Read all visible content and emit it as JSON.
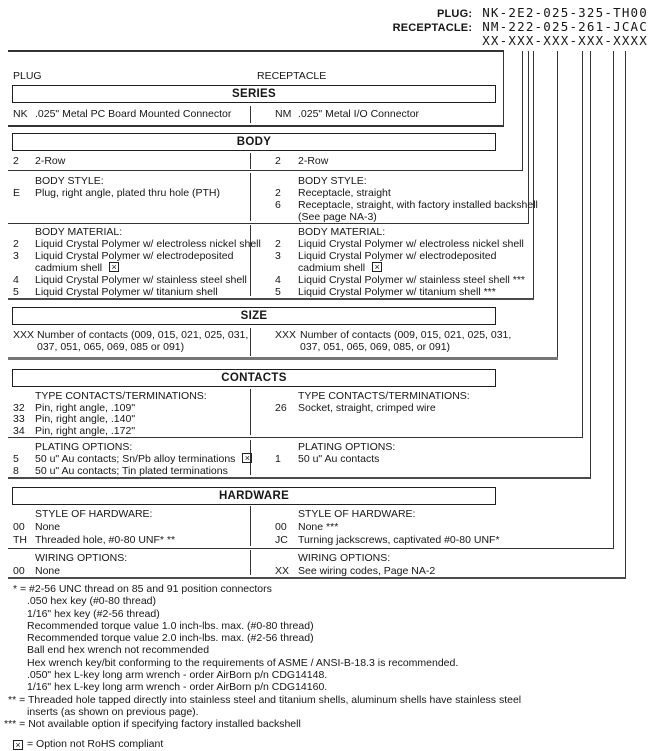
{
  "header": {
    "plug_label": "PLUG:",
    "plug_number": "NK-2E2-025-325-TH00",
    "receptacle_label": "RECEPTACLE:",
    "receptacle_number": "NM-222-025-261-JCAC",
    "mask": "XX-XXX-XXX-XXX-XXXX"
  },
  "column_labels": {
    "left": "PLUG",
    "right": "RECEPTACLE"
  },
  "icons": {
    "not_rohs_box": "×"
  },
  "series": {
    "title": "SERIES",
    "left": {
      "code": "NK",
      "desc": ".025\" Metal PC Board Mounted Connector"
    },
    "right": {
      "code": "NM",
      "desc": ".025\" Metal I/O Connector"
    }
  },
  "body": {
    "title": "BODY",
    "row": {
      "left": {
        "code": "2",
        "desc": "2-Row"
      },
      "right": {
        "code": "2",
        "desc": "2-Row"
      }
    },
    "style": {
      "header": "BODY STYLE:",
      "left": [
        {
          "code": "E",
          "desc": "Plug, right angle, plated thru hole (PTH)"
        }
      ],
      "right": [
        {
          "code": "2",
          "desc": "Receptacle, straight"
        },
        {
          "code": "6",
          "desc": "Receptacle, straight, with factory installed backshell"
        },
        {
          "code": "",
          "desc": "(See page NA-3)"
        }
      ]
    },
    "material": {
      "header": "BODY MATERIAL:",
      "left": [
        {
          "code": "2",
          "desc": "Liquid Crystal Polymer w/ electroless nickel shell"
        },
        {
          "code": "3",
          "desc": "Liquid Crystal Polymer w/ electrodeposited"
        },
        {
          "code": "",
          "desc": "cadmium shell"
        },
        {
          "code": "4",
          "desc": "Liquid Crystal Polymer w/ stainless steel shell"
        },
        {
          "code": "5",
          "desc": "Liquid Crystal Polymer w/ titanium shell"
        }
      ],
      "right": [
        {
          "code": "2",
          "desc": "Liquid Crystal Polymer w/ electroless nickel shell"
        },
        {
          "code": "3",
          "desc": "Liquid Crystal Polymer w/ electrodeposited"
        },
        {
          "code": "",
          "desc": "cadmium shell"
        },
        {
          "code": "4",
          "desc": "Liquid Crystal Polymer w/ stainless steel shell ***"
        },
        {
          "code": "5",
          "desc": "Liquid Crystal Polymer w/ titanium shell ***"
        }
      ]
    }
  },
  "size": {
    "title": "SIZE",
    "left": {
      "code": "XXX",
      "line1": "Number of contacts (009, 015, 021, 025, 031,",
      "line2": "037, 051, 065, 069, 085 or 091)"
    },
    "right": {
      "code": "XXX",
      "line1": "Number of contacts (009, 015, 021, 025, 031,",
      "line2": "037, 051, 065, 069, 085, or 091)"
    }
  },
  "contacts": {
    "title": "CONTACTS",
    "type": {
      "header": "TYPE CONTACTS/TERMINATIONS:",
      "left": [
        {
          "code": "32",
          "desc": "Pin, right angle, .109\""
        },
        {
          "code": "33",
          "desc": "Pin, right angle, .140\""
        },
        {
          "code": "34",
          "desc": "Pin, right angle, .172\""
        }
      ],
      "right": [
        {
          "code": "26",
          "desc": "Socket, straight, crimped wire"
        }
      ]
    },
    "plating": {
      "header": "PLATING OPTIONS:",
      "left": [
        {
          "code": "5",
          "desc": "50 u\" Au contacts; Sn/Pb alloy terminations"
        },
        {
          "code": "8",
          "desc": "50 u\" Au contacts; Tin plated terminations"
        }
      ],
      "right": [
        {
          "code": "1",
          "desc": "50 u\" Au contacts"
        }
      ]
    }
  },
  "hardware": {
    "title": "HARDWARE",
    "style": {
      "header": "STYLE OF HARDWARE:",
      "left": [
        {
          "code": "00",
          "desc": "None"
        },
        {
          "code": "TH",
          "desc": "Threaded hole, #0-80 UNF* **"
        }
      ],
      "right": [
        {
          "code": "00",
          "desc": "None ***"
        },
        {
          "code": "JC",
          "desc": "Turning jackscrews, captivated #0-80 UNF*"
        }
      ]
    },
    "wiring": {
      "header": "WIRING OPTIONS:",
      "left": [
        {
          "code": "00",
          "desc": "None"
        }
      ],
      "right": [
        {
          "code": "XX",
          "desc": "See wiring codes, Page NA-2"
        }
      ]
    }
  },
  "footnotes": {
    "lines": [
      {
        "text": "* = #2-56 UNC thread on 85 and 91 position connectors"
      },
      {
        "text": ".050 hex key (#0-80 thread)"
      },
      {
        "text": "1/16\" hex key (#2-56 thread)"
      },
      {
        "text": "Recommended torque value 1.0 inch-lbs. max. (#0-80 thread)"
      },
      {
        "text": "Recommended torque value 2.0 inch-lbs. max. (#2-56 thread)"
      },
      {
        "text": "Ball end hex wrench not recommended"
      },
      {
        "text": "Hex wrench key/bit conforming to the requirements of ASME / ANSI-B-18.3 is recommended."
      },
      {
        "text": ".050\" hex L-key long arm wrench - order AirBorn p/n CDG14148."
      },
      {
        "text": "1/16\" hex L-key long arm wrench - order AirBorn p/n CDG14160."
      },
      {
        "text": "** = Threaded hole tapped directly into stainless steel and titanium shells, aluminum shells have stainless steel"
      },
      {
        "text": "inserts (as shown on previous page)."
      },
      {
        "text": "*** = Not available option if specifying factory installed backshell"
      }
    ],
    "rohs": "= Option not RoHS compliant"
  }
}
